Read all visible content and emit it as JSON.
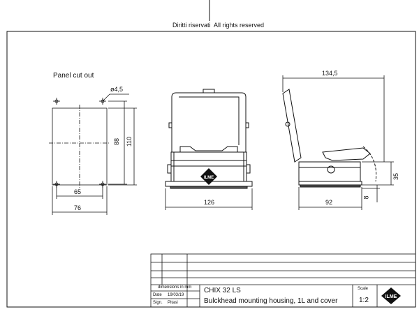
{
  "header": {
    "rights_it": "Diritti riservati",
    "rights_en": "All rights reserved"
  },
  "panel_cutout": {
    "title": "Panel cut out",
    "hole_dim": "ø4,5",
    "dim_inner_width": "65",
    "dim_outer_width": "76",
    "dim_inner_height": "88",
    "dim_outer_height": "110"
  },
  "front_view": {
    "dim_width": "126"
  },
  "side_view": {
    "dim_depth": "134,5",
    "dim_base": "92",
    "dim_height": "35",
    "dim_flange": "8"
  },
  "title_block": {
    "dimensions_note": "dimensions in mm",
    "date_label": "Date",
    "date_value": "19/03/19",
    "sign_label": "Sign.",
    "sign_value": "Pitasi",
    "part_code": "CHIX 32 LS",
    "description": "Bulckhead mounting housing, 1L and cover",
    "scale_label": "Scale",
    "scale_value": "1:2",
    "logo_text": "ILME"
  }
}
